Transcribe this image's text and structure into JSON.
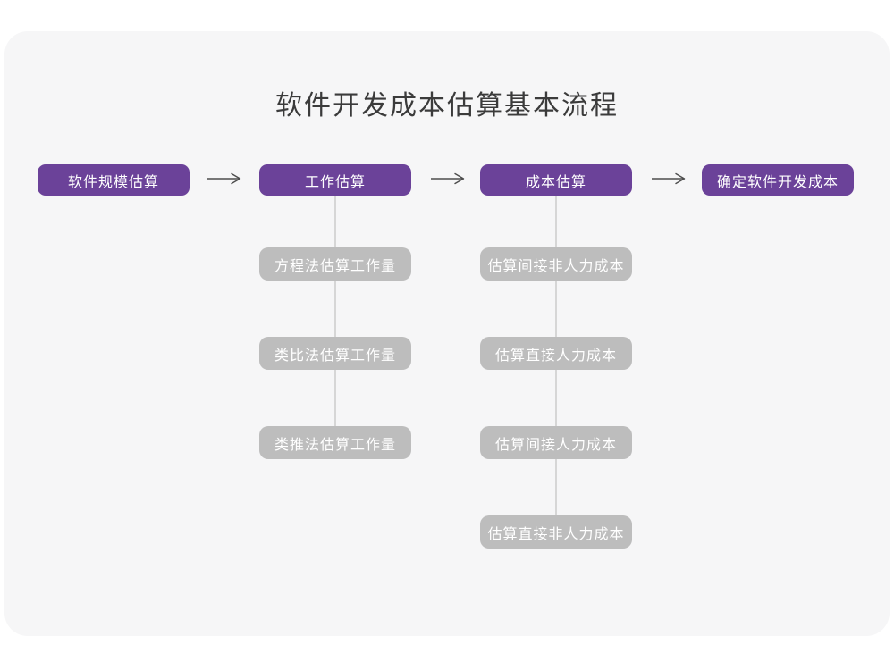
{
  "title": "软件开发成本估算基本流程",
  "colors": {
    "primary": "#6B4299",
    "sub_box": "#BDBDBD",
    "card_bg": "#F6F6F7",
    "connector": "#D6D6D6",
    "arrow": "#4D4D4D",
    "title_text": "#3B3B3B",
    "node_text": "#FFFFFF"
  },
  "flow": {
    "main_nodes": [
      {
        "label": "软件规模估算"
      },
      {
        "label": "工作估算"
      },
      {
        "label": "成本估算"
      },
      {
        "label": "确定软件开发成本"
      }
    ],
    "work_estimation_methods": [
      {
        "label": "方程法估算工作量"
      },
      {
        "label": "类比法估算工作量"
      },
      {
        "label": "类推法估算工作量"
      }
    ],
    "cost_estimation_steps": [
      {
        "label": "估算间接非人力成本"
      },
      {
        "label": "估算直接人力成本"
      },
      {
        "label": "估算间接人力成本"
      },
      {
        "label": "估算直接非人力成本"
      }
    ]
  }
}
